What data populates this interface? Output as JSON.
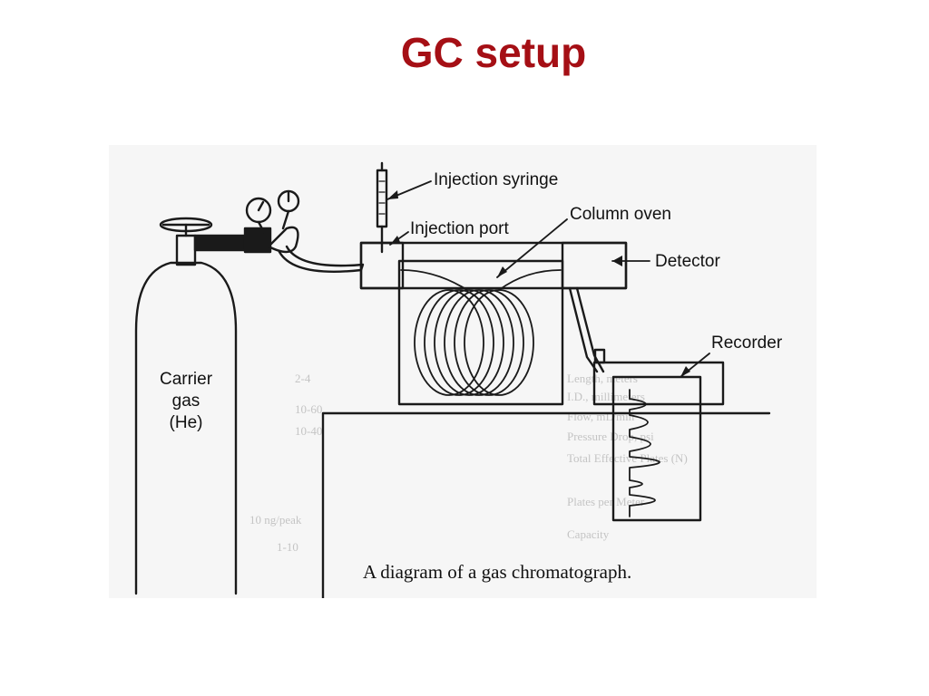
{
  "title": "GC setup",
  "colors": {
    "title": "#a50f15",
    "ink": "#1a1a1a",
    "scan_background": "#f6f6f6",
    "faded_text": "#c4c4c4"
  },
  "diagram": {
    "labels": {
      "injection_syringe": "Injection syringe",
      "injection_port": "Injection port",
      "column_oven": "Column oven",
      "detector": "Detector",
      "recorder": "Recorder",
      "carrier_gas_line1": "Carrier",
      "carrier_gas_line2": "gas",
      "carrier_gas_line3": "(He)"
    },
    "caption": "A diagram of a gas chromatograph.",
    "bleed_through_text": [
      "Length, meters",
      "I.D., millimeters",
      "Flow, mL/min",
      "Pressure Drop, psi",
      "Total Effective Plates (N)",
      "Plates per Meter",
      "Capacity",
      "2-4",
      "10-60",
      "10-40",
      "10 ng/peak",
      "1-10"
    ]
  }
}
